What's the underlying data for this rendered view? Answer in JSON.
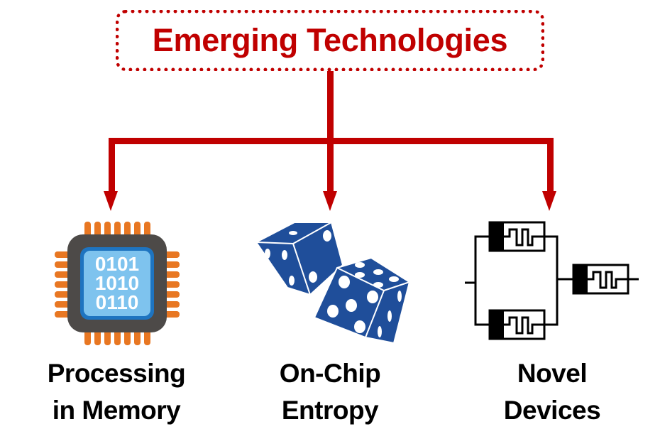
{
  "title": "Emerging Technologies",
  "colors": {
    "accent": "#c00000",
    "chip_body": "#4d4a48",
    "chip_pins": "#e87722",
    "chip_screen": "#7ec3ee",
    "chip_screen_border": "#1e74c0",
    "dice": "#1f4e9a"
  },
  "branches": [
    {
      "id": "pim",
      "line1": "Processing",
      "line2": "in Memory",
      "icon": "memory-chip-icon",
      "chip_bits": [
        "0101",
        "1010",
        "0110"
      ]
    },
    {
      "id": "entropy",
      "line1": "On-Chip",
      "line2": "Entropy",
      "icon": "dice-icon"
    },
    {
      "id": "devices",
      "line1": "Novel",
      "line2": "Devices",
      "icon": "memristor-circuit-icon"
    }
  ]
}
